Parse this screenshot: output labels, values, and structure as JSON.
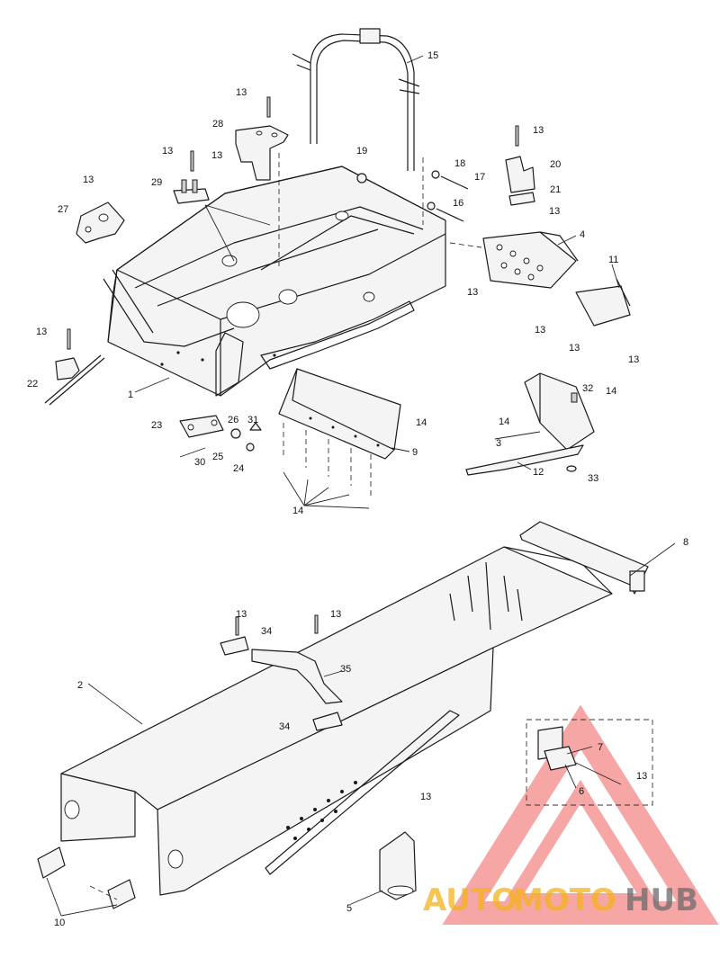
{
  "diagram": {
    "callouts": [
      {
        "id": "c1",
        "label": "1"
      },
      {
        "id": "c2",
        "label": "2"
      },
      {
        "id": "c3",
        "label": "3"
      },
      {
        "id": "c4",
        "label": "4"
      },
      {
        "id": "c5",
        "label": "5"
      },
      {
        "id": "c6",
        "label": "6"
      },
      {
        "id": "c7",
        "label": "7"
      },
      {
        "id": "c8",
        "label": "8"
      },
      {
        "id": "c9",
        "label": "9"
      },
      {
        "id": "c10",
        "label": "10"
      },
      {
        "id": "c11",
        "label": "11"
      },
      {
        "id": "c12",
        "label": "12"
      },
      {
        "id": "c13",
        "label": "13"
      },
      {
        "id": "c14",
        "label": "14"
      },
      {
        "id": "c15",
        "label": "15"
      },
      {
        "id": "c16",
        "label": "16"
      },
      {
        "id": "c17",
        "label": "17"
      },
      {
        "id": "c18",
        "label": "18"
      },
      {
        "id": "c19",
        "label": "19"
      },
      {
        "id": "c20",
        "label": "20"
      },
      {
        "id": "c21",
        "label": "21"
      },
      {
        "id": "c22",
        "label": "22"
      },
      {
        "id": "c23",
        "label": "23"
      },
      {
        "id": "c24",
        "label": "24"
      },
      {
        "id": "c25",
        "label": "25"
      },
      {
        "id": "c26",
        "label": "26"
      },
      {
        "id": "c27",
        "label": "27"
      },
      {
        "id": "c28",
        "label": "28"
      },
      {
        "id": "c29",
        "label": "29"
      },
      {
        "id": "c30",
        "label": "30"
      },
      {
        "id": "c31",
        "label": "31"
      },
      {
        "id": "c32",
        "label": "32"
      },
      {
        "id": "c33",
        "label": "33"
      },
      {
        "id": "c34",
        "label": "34"
      },
      {
        "id": "c35",
        "label": "35"
      }
    ]
  },
  "watermark": {
    "brand_auto": "AUTO",
    "brand_moto": "MOTO",
    "brand_hub": "HUB",
    "colors": {
      "triangle": "#ee3b3b",
      "auto": "#f3b21b",
      "moto": "#f3b21b",
      "hub": "#6b6b6b"
    }
  }
}
